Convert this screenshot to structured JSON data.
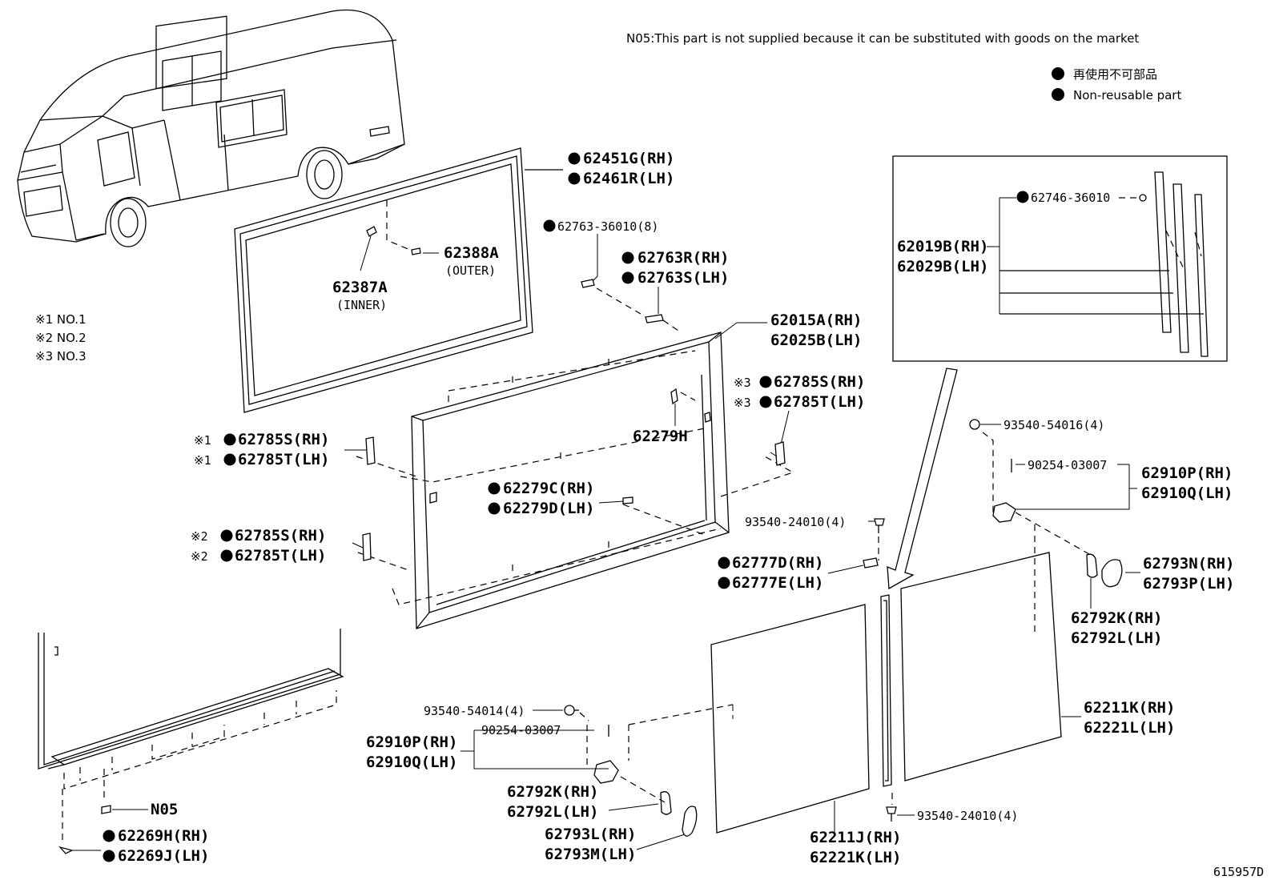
{
  "header": {
    "note_n05": "N05:This part is not supplied because it can be substituted with goods on the market",
    "legend_jp": "再使用不可部品",
    "legend_en": "Non-reusable part"
  },
  "notes": {
    "n1": "※1  NO.1",
    "n2": "※2  NO.2",
    "n3": "※3  NO.3"
  },
  "labels": {
    "p62451G": "62451G(RH)",
    "p62461R": "62461R(LH)",
    "p62763_36010": "62763-36010(8)",
    "p62388A": "62388A",
    "outer": "(OUTER)",
    "p62387A": "62387A",
    "inner": "(INNER)",
    "p62763R": "62763R(RH)",
    "p62763S": "62763S(LH)",
    "p62015A": "62015A(RH)",
    "p62025B": "62025B(LH)",
    "p62785S_3": "62785S(RH)",
    "p62785T_3": "62785T(LH)",
    "mark3": "※3",
    "p62279H": "62279H",
    "p62785S_1": "62785S(RH)",
    "p62785T_1": "62785T(LH)",
    "mark1": "※1",
    "p62279C": "62279C(RH)",
    "p62279D": "62279D(LH)",
    "p62785S_2": "62785S(RH)",
    "p62785T_2": "62785T(LH)",
    "mark2": "※2",
    "pN05": "N05",
    "p62269H": "62269H(RH)",
    "p62269J": "62269J(LH)",
    "p62746": "62746-36010",
    "p62019B": "62019B(RH)",
    "p62029B": "62029B(LH)",
    "p93540_54016": "93540-54016(4)",
    "p90254_a": "90254-03007",
    "p62910P_a": "62910P(RH)",
    "p62910Q_a": "62910Q(LH)",
    "p93540_24010_a": "93540-24010(4)",
    "p62777D": "62777D(RH)",
    "p62777E": "62777E(LH)",
    "p62793N": "62793N(RH)",
    "p62793P": "62793P(LH)",
    "p62792K_a": "62792K(RH)",
    "p62792L_a": "62792L(LH)",
    "p62211K": "62211K(RH)",
    "p62221L": "62221L(LH)",
    "p93540_54014": "93540-54014(4)",
    "p90254_b": "90254-03007",
    "p62910P_b": "62910P(RH)",
    "p62910Q_b": "62910Q(LH)",
    "p62792K_b": "62792K(RH)",
    "p62792L_b": "62792L(LH)",
    "p62793L": "62793L(RH)",
    "p62793M": "62793M(LH)",
    "p93540_24010_b": "93540-24010(4)",
    "p62211J": "62211J(RH)",
    "p62221K": "62221K(LH)",
    "fig_no": "615957D"
  }
}
